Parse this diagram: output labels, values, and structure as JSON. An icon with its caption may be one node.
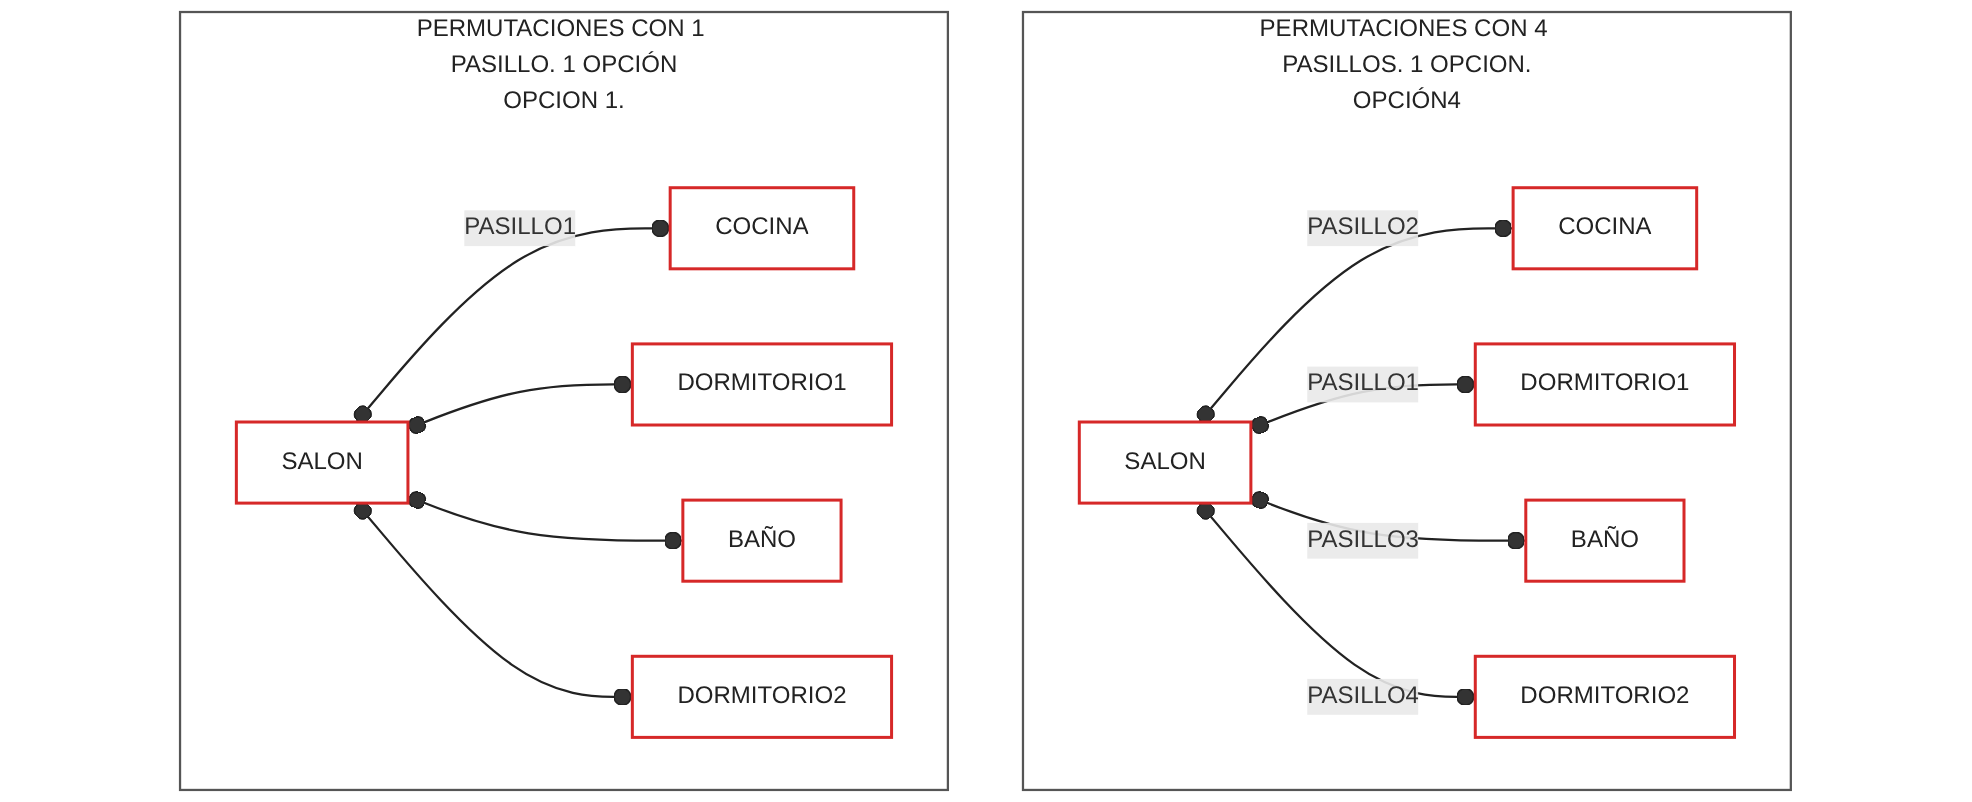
{
  "diagram": {
    "nodes": [
      {
        "text": [
          "PERMUTACIONES CON 1 PASILLO. 1 OPCIÓN",
          "OPCION 1."
        ]
      },
      {
        "text": [
          "SALON"
        ],
        "in": 0
      },
      {
        "text": [
          "COCINA"
        ],
        "in": 0
      },
      {
        "text": [
          "DORMITORIO1"
        ],
        "in": 0
      },
      {
        "text": [
          "BAÑO"
        ],
        "in": 0
      },
      {
        "text": [
          "DORMITORIO2"
        ],
        "in": 0
      },
      {
        "text": [
          "PERMUTACIONES CON 4 PASILLOS. 1 OPCION.",
          "OPCIÓN4"
        ]
      },
      {
        "text": [
          "SALON"
        ],
        "in": 6
      },
      {
        "text": [
          "COCINA"
        ],
        "in": 6
      },
      {
        "text": [
          "DORMITORIO1"
        ],
        "in": 6
      },
      {
        "text": [
          "BAÑO"
        ],
        "in": 6
      },
      {
        "text": [
          "DORMITORIO2"
        ],
        "in": 6
      }
    ],
    "edges": [
      {
        "from": 1,
        "to": 2,
        "arrow": "other",
        "label": "PASILLO1"
      },
      {
        "from": 1,
        "to": 3,
        "arrow": "other"
      },
      {
        "from": 1,
        "to": 4,
        "arrow": "other"
      },
      {
        "from": 1,
        "to": 5,
        "arrow": "other"
      },
      {
        "from": 7,
        "to": 8,
        "arrow": "other",
        "label": "PASILLO2"
      },
      {
        "from": 7,
        "to": 9,
        "arrow": "other",
        "label": "PASILLO1"
      },
      {
        "from": 7,
        "to": 10,
        "arrow": "other",
        "label": "PASILLO3"
      },
      {
        "from": 7,
        "to": 11,
        "arrow": "other",
        "label": "PASILLO4"
      }
    ]
  }
}
